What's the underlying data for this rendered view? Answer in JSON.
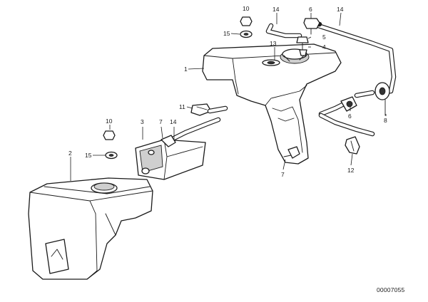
{
  "callouts": [
    {
      "id": "c1",
      "label": "1"
    },
    {
      "id": "c2",
      "label": "2"
    },
    {
      "id": "c3",
      "label": "3"
    },
    {
      "id": "c4",
      "label": "4"
    },
    {
      "id": "c5",
      "label": "5"
    },
    {
      "id": "c6a",
      "label": "6"
    },
    {
      "id": "c6b",
      "label": "6"
    },
    {
      "id": "c7a",
      "label": "7"
    },
    {
      "id": "c7b",
      "label": "7"
    },
    {
      "id": "c8",
      "label": "8"
    },
    {
      "id": "c10a",
      "label": "10"
    },
    {
      "id": "c10b",
      "label": "10"
    },
    {
      "id": "c11",
      "label": "11"
    },
    {
      "id": "c12",
      "label": "12"
    },
    {
      "id": "c13",
      "label": "13"
    },
    {
      "id": "c14a",
      "label": "14"
    },
    {
      "id": "c14b",
      "label": "14"
    },
    {
      "id": "c14c",
      "label": "14"
    },
    {
      "id": "c15a",
      "label": "15"
    },
    {
      "id": "c15b",
      "label": "15"
    }
  ],
  "doc_number": "00007055"
}
